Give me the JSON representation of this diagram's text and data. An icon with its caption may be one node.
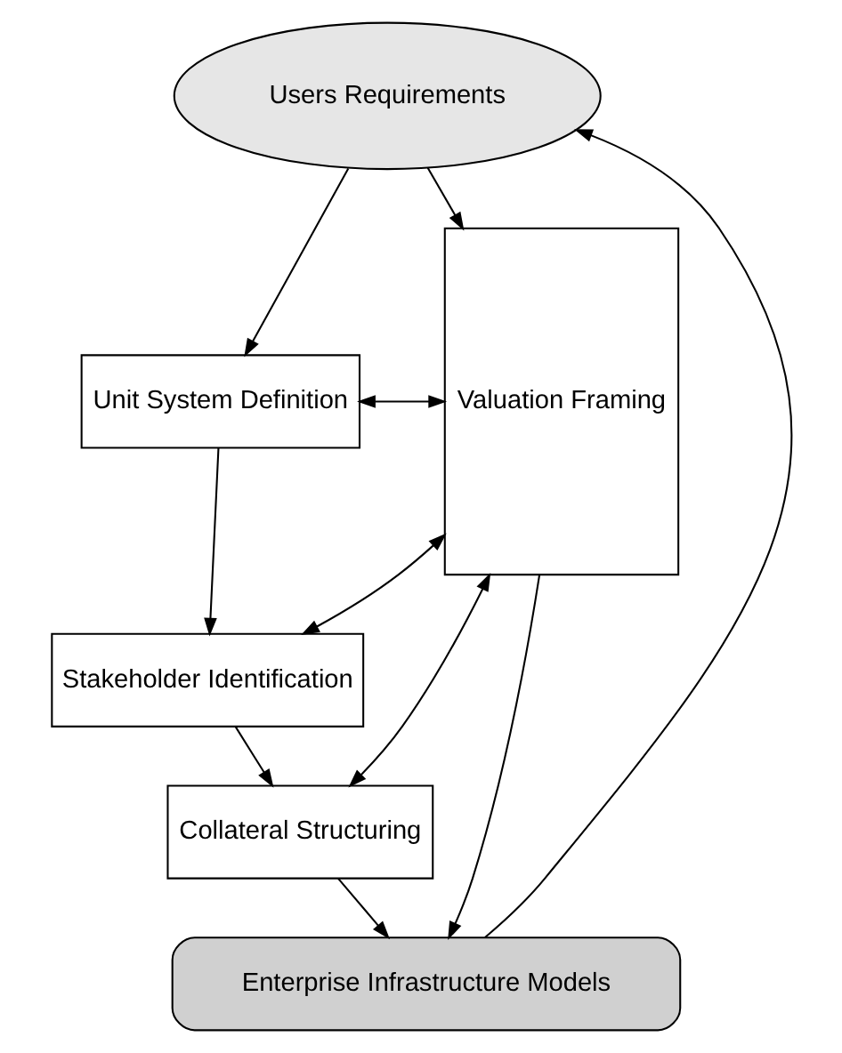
{
  "diagram": {
    "nodes": [
      {
        "text": [
          "Users Requirements"
        ]
      },
      {
        "text": [
          "Unit System Definition"
        ]
      },
      {
        "text": [
          "Stakeholder Identification"
        ]
      },
      {
        "text": [
          "Collateral Structuring"
        ]
      },
      {
        "text": [
          "Valuation Framing"
        ]
      },
      {
        "text": [
          "Enterprise Infrastructure Models"
        ]
      }
    ],
    "edges": [
      {
        "from": 0,
        "to": 1,
        "arrow": "to"
      },
      {
        "from": 0,
        "to": 4,
        "arrow": "to"
      },
      {
        "from": 1,
        "to": 4,
        "arrow": "both"
      },
      {
        "from": 1,
        "to": 2,
        "arrow": "to"
      },
      {
        "from": 2,
        "to": 4,
        "arrow": "both"
      },
      {
        "from": 2,
        "to": 3,
        "arrow": "to"
      },
      {
        "from": 3,
        "to": 4,
        "arrow": "both"
      },
      {
        "from": 3,
        "to": 5,
        "arrow": "to"
      },
      {
        "from": 4,
        "to": 5,
        "arrow": "to"
      },
      {
        "from": 5,
        "to": 0,
        "arrow": "to"
      }
    ]
  }
}
